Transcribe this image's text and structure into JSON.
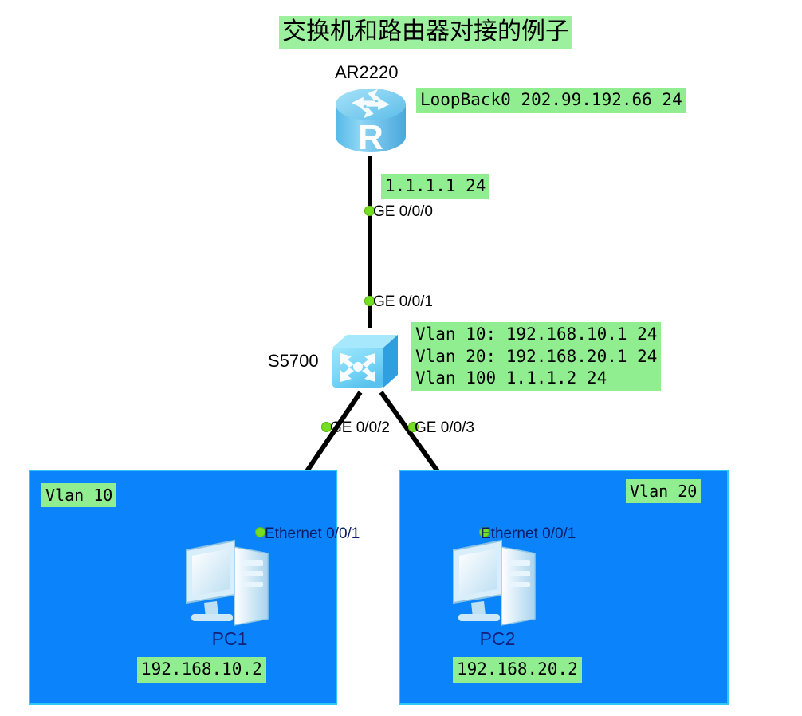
{
  "title": "交换机和路由器对接的例子",
  "router": {
    "name": "AR2220",
    "icon": "router-icon",
    "badge": "R",
    "loopback": "LoopBack0 202.99.192.66 24",
    "uplink_ip": "1.1.1.1 24",
    "interface": "GE 0/0/0"
  },
  "switch": {
    "name": "S5700",
    "icon": "switch-icon",
    "uplink_interface": "GE 0/0/1",
    "vlan_config": [
      "Vlan 10: 192.168.10.1 24",
      "Vlan 20: 192.168.20.1 24",
      "Vlan 100 1.1.1.2 24"
    ],
    "port_left": "GE 0/0/2",
    "port_right": "GE 0/0/3"
  },
  "zones": [
    {
      "vlan_label": "Vlan 10",
      "host_interface": "Ethernet 0/0/1",
      "host_name": "PC1",
      "host_ip": "192.168.10.2"
    },
    {
      "vlan_label": "Vlan 20",
      "host_interface": "Ethernet 0/0/1",
      "host_name": "PC2",
      "host_ip": "192.168.20.2"
    }
  ],
  "colors": {
    "tag_green": "#90ee90",
    "zone_blue": "#0b84fb",
    "zone_border": "#2ec8f5",
    "dot_green": "#77dd22",
    "device_blue": "#6dc6f2",
    "pc_name_navy": "#13207a"
  }
}
